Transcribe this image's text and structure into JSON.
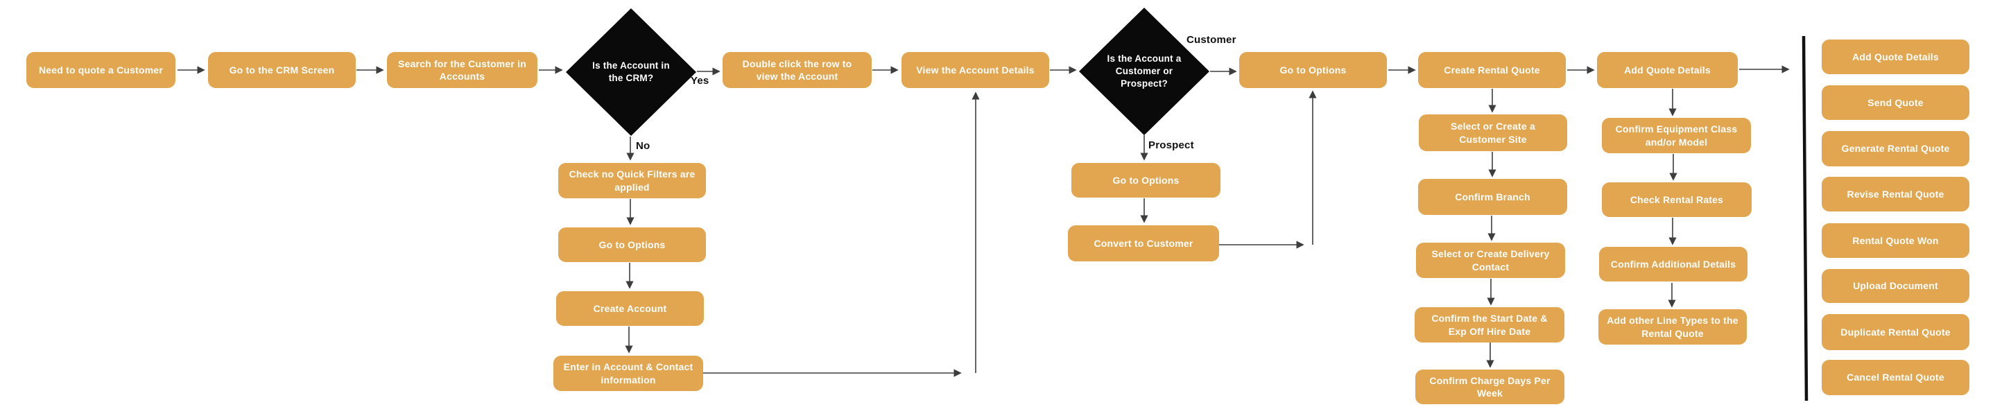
{
  "diagram_title": "CRM rental quote process flowchart",
  "colors": {
    "box_fill": "#E1A64F",
    "box_text": "#FFFFFF",
    "decision_fill": "#0A0A0A",
    "decision_text": "#FFFFFF",
    "connector": "#3D3D3D",
    "divider": "#111111",
    "edge_label_text": "#111111",
    "background": "#FFFFFF"
  },
  "nodes": {
    "n1": {
      "label": "Need to quote a Customer"
    },
    "n2": {
      "label": "Go to the CRM Screen"
    },
    "n3": {
      "label": "Search for the Customer in Accounts"
    },
    "d1": {
      "label": "Is the Account in the CRM?"
    },
    "n4": {
      "label": "Double click the row to view the Account"
    },
    "n5": {
      "label": "View the Account Details"
    },
    "d2": {
      "label": "Is the Account a Customer or Prospect?"
    },
    "n6": {
      "label": "Go to Options"
    },
    "n7": {
      "label": "Create Rental Quote"
    },
    "n8": {
      "label": "Add Quote Details"
    },
    "no1": {
      "label": "Check no Quick Filters are applied"
    },
    "no2": {
      "label": "Go to Options"
    },
    "no3": {
      "label": "Create Account"
    },
    "no4": {
      "label": "Enter in Account & Contact information"
    },
    "p1": {
      "label": "Go to Options"
    },
    "p2": {
      "label": "Convert to Customer"
    },
    "q2": {
      "label": "Select or Create a Customer Site"
    },
    "q3": {
      "label": "Confirm Branch"
    },
    "q4": {
      "label": "Select or Create Delivery Contact"
    },
    "q5": {
      "label": "Confirm the Start Date & Exp Off Hire Date"
    },
    "q6": {
      "label": "Confirm Charge Days Per Week"
    },
    "a2": {
      "label": "Confirm Equipment Class and/or Model"
    },
    "a3": {
      "label": "Check Rental Rates"
    },
    "a4": {
      "label": "Confirm Additional Details"
    },
    "a5": {
      "label": "Add other Line Types to the Rental Quote"
    },
    "r1": {
      "label": "Add Quote Details"
    },
    "r2": {
      "label": "Send Quote"
    },
    "r3": {
      "label": "Generate Rental Quote"
    },
    "r4": {
      "label": "Revise Rental Quote"
    },
    "r5": {
      "label": "Rental Quote Won"
    },
    "r6": {
      "label": "Upload Document"
    },
    "r7": {
      "label": "Duplicate Rental Quote"
    },
    "r8": {
      "label": "Cancel Rental Quote"
    }
  },
  "edge_labels": {
    "yes": "Yes",
    "no": "No",
    "customer": "Customer",
    "prospect": "Prospect"
  }
}
